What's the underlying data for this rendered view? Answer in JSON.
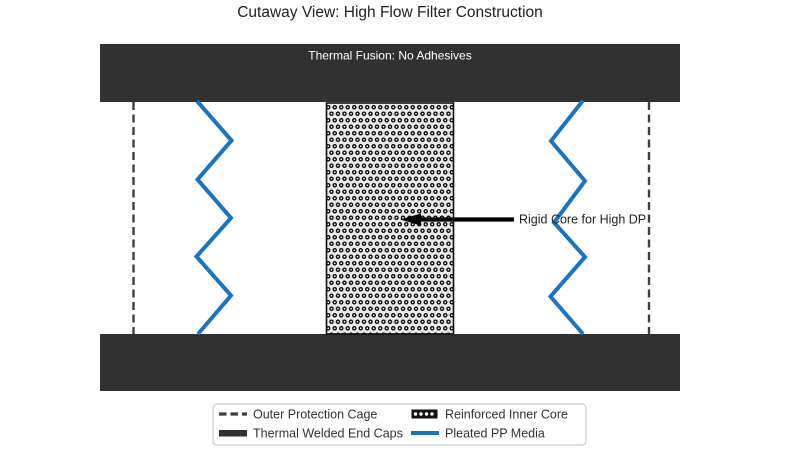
{
  "title": "Cutaway View: High Flow Filter Construction",
  "diagram": {
    "top_end_cap_label": "Thermal Fusion: No Adhesives",
    "core_annotation_label": "Rigid Core for High DP"
  },
  "legend": {
    "items": [
      {
        "label": "Outer Protection Cage",
        "swatch": "dashed-line-swatch"
      },
      {
        "label": "Thermal Welded End Caps",
        "swatch": "solid-bar-swatch"
      },
      {
        "label": "Reinforced Inner Core",
        "swatch": "dotted-patch-swatch"
      },
      {
        "label": "Pleated PP Media",
        "swatch": "blue-line-swatch"
      }
    ]
  },
  "colors": {
    "end_caps": "#313131",
    "end_cap_label_text": "#ffffff",
    "cage_dashed": "#3f3f3f",
    "pleated_media_blue": "#1b74bc",
    "core_dot": "#0d0d0d",
    "core_background": "#e9e9e9",
    "core_border": "#111111",
    "arrow": "#000000",
    "title_text": "#212121",
    "annotation_text": "#212121",
    "legend_text": "#333333",
    "legend_border": "#cccccc"
  }
}
